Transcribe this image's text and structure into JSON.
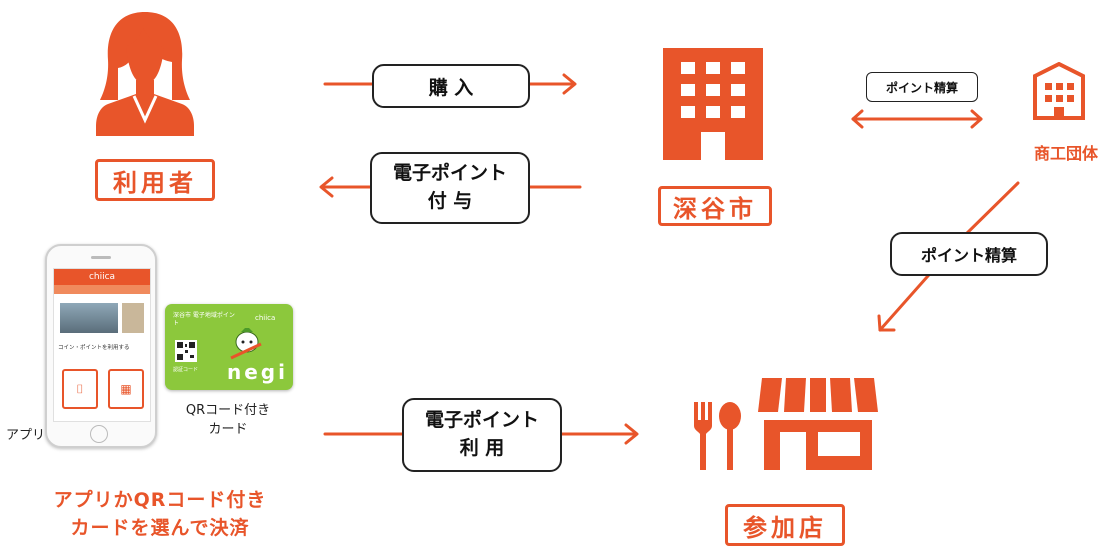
{
  "colors": {
    "accent": "#e8552a",
    "card_green": "#8cc83c",
    "border": "#222222"
  },
  "nodes": {
    "user": "利用者",
    "city": "深谷市",
    "chamber": "商工団体",
    "store": "参加店"
  },
  "flows": {
    "purchase": "購 入",
    "grant_line1": "電子ポイント",
    "grant_line2": "付 与",
    "settle_top": "ポイント精算",
    "settle_diag": "ポイント精算",
    "use_line1": "電子ポイント",
    "use_line2": "利 用"
  },
  "app": {
    "header": "chiica",
    "row": "コイン・ポイントを利用する",
    "label": "アプリ"
  },
  "card": {
    "brand": "chiica",
    "title": "深谷市 電子地域ポイント",
    "word": "negi",
    "qr_label": "認証コード",
    "label_line1": "QRコード付き",
    "label_line2": "カード"
  },
  "payment_note": {
    "line1": "アプリかQRコード付き",
    "line2": "カードを選んで決済"
  },
  "icons": [
    "user-person-icon",
    "city-building-icon",
    "chamber-building-icon",
    "store-icon",
    "fork-spoon-icon"
  ]
}
